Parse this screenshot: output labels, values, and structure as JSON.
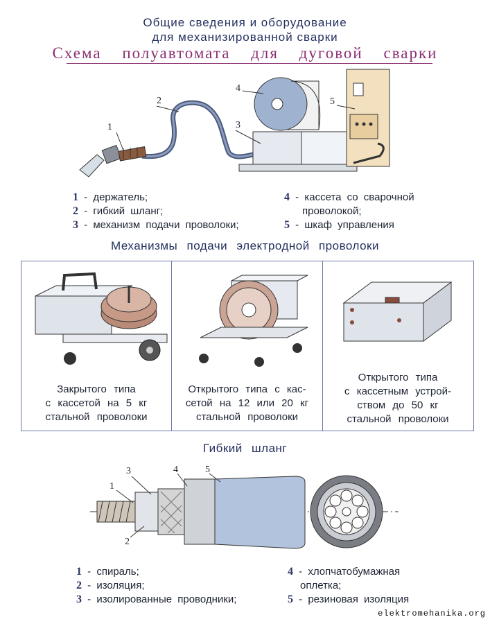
{
  "header": {
    "line1": "Общие сведения и оборудование",
    "line2": "для механизированной сварки",
    "subtitle": "Схема полуавтомата для дуговой сварки"
  },
  "machine": {
    "callouts": [
      "1",
      "2",
      "3",
      "4",
      "5"
    ],
    "legend_left": [
      {
        "num": "1",
        "text": " - держатель;"
      },
      {
        "num": "2",
        "text": " - гибкий шланг;"
      },
      {
        "num": "3",
        "text": " - механизм подачи проволоки;"
      }
    ],
    "legend_right": [
      {
        "num": "4",
        "text": " - кассета со сварочной"
      },
      {
        "num": "",
        "text": "проволокой;"
      },
      {
        "num": "5",
        "text": " - шкаф управления"
      }
    ]
  },
  "feed": {
    "title": "Механизмы подачи электродной проволоки",
    "panels": [
      {
        "lines": [
          "Закрытого типа",
          "с кассетой на 5 кг",
          "стальной проволоки"
        ]
      },
      {
        "lines": [
          "Открытого типа с кас-",
          "сетой на 12 или 20 кг",
          "стальной проволоки"
        ]
      },
      {
        "lines": [
          "Открытого типа",
          "с кассетным устрой-",
          "ством до 50 кг",
          "стальной проволоки"
        ]
      }
    ]
  },
  "hose": {
    "title": "Гибкий шланг",
    "callouts": [
      "1",
      "3",
      "4",
      "5",
      "2"
    ],
    "legend_left": [
      {
        "num": "1",
        "text": " - спираль;"
      },
      {
        "num": "2",
        "text": " - изоляция;"
      },
      {
        "num": "3",
        "text": " - изолированные проводники;"
      }
    ],
    "legend_right": [
      {
        "num": "4",
        "text": " - хлопчатобумажная"
      },
      {
        "num": "",
        "text": "оплетка;"
      },
      {
        "num": "5",
        "text": " - резиновая изоляция"
      }
    ]
  },
  "footer": "elektromehanika.org"
}
